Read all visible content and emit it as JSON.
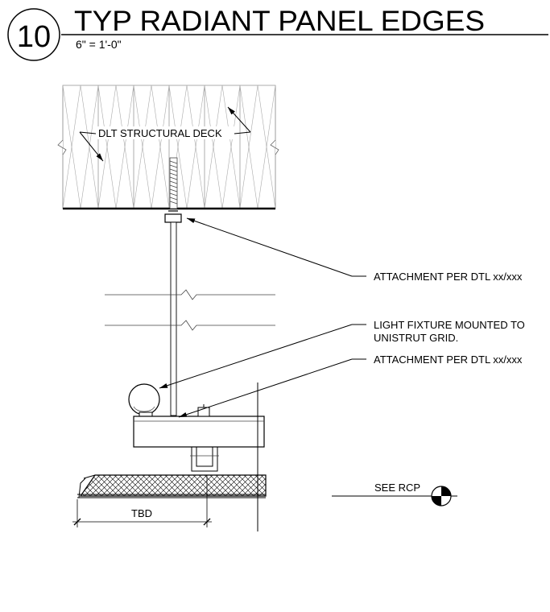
{
  "title": {
    "detail_number": "10",
    "name": "TYP RADIANT PANEL EDGES",
    "scale": "6\" = 1'-0\""
  },
  "callouts": {
    "deck": "DLT STRUCTURAL DECK",
    "attachment_top": "ATTACHMENT PER DTL xx/xxx",
    "light_fixture_line1": "LIGHT FIXTURE MOUNTED TO",
    "light_fixture_line2": "UNISTRUT GRID.",
    "attachment_bottom": "ATTACHMENT PER DTL xx/xxx",
    "see_rcp": "SEE RCP"
  },
  "dimension": {
    "label": "TBD"
  }
}
